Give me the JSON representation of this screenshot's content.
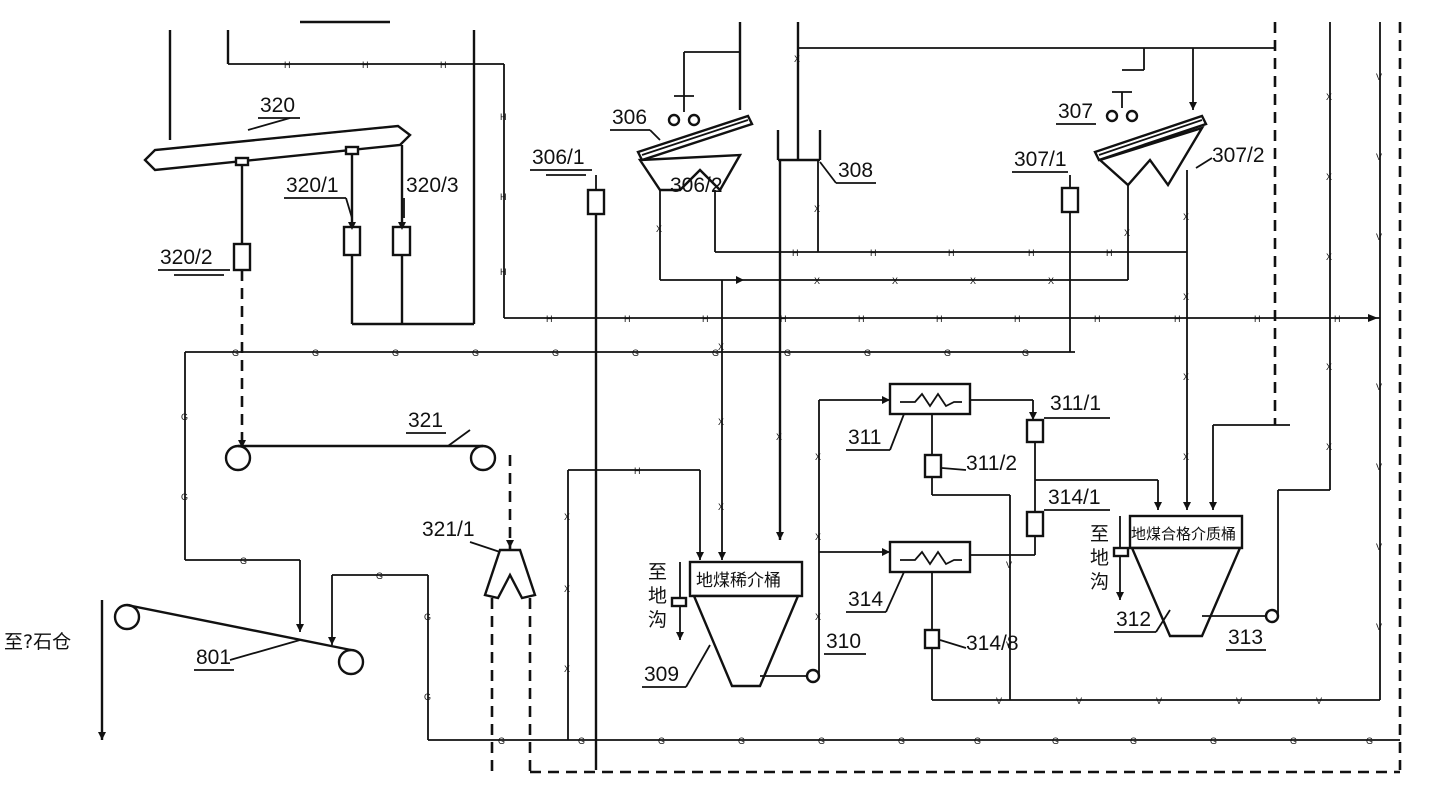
{
  "diagram": {
    "labels": {
      "e320": "320",
      "e320_1": "320/1",
      "e320_2": "320/2",
      "e320_3": "320/3",
      "e306": "306",
      "e306_1": "306/1",
      "e306_2": "306/2",
      "e307": "307",
      "e307_1": "307/1",
      "e307_2": "307/2",
      "e308": "308",
      "e309": "309",
      "e310": "310",
      "e311": "311",
      "e311_1": "311/1",
      "e311_2": "311/2",
      "e312": "312",
      "e313": "313",
      "e314": "314",
      "e314_1": "314/1",
      "e314_8": "314/8",
      "e321": "321",
      "e321_1": "321/1",
      "e801": "801"
    },
    "text": {
      "to_gangue_bin": "至?石仓",
      "to_trench": [
        "至",
        "地",
        "沟"
      ],
      "dilute_tank": "地煤稀介桶",
      "qualified_tank": "地煤合格介质桶"
    },
    "line_markers": {
      "G": "G",
      "H": "H",
      "X": "X",
      "V": "V"
    }
  }
}
